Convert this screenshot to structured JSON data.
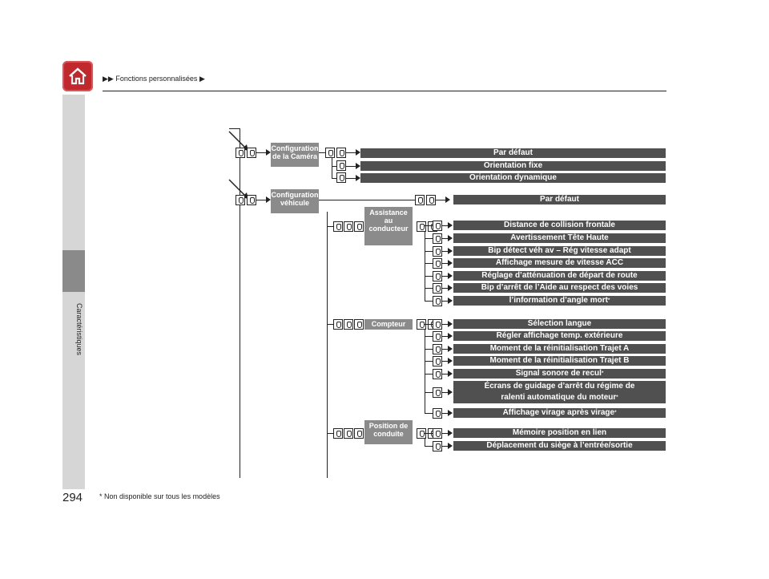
{
  "header": {
    "breadcrumb_prefix": "▶▶",
    "breadcrumb": "Fonctions personnalisées",
    "breadcrumb_suffix": "▶"
  },
  "sidebar": {
    "label": "Caractéristiques"
  },
  "page_number": "294",
  "footnote": "* Non disponible sur tous les modèles",
  "diagram": {
    "camera": {
      "label_line1": "Configuration",
      "label_line2": "de la Caméra",
      "items": [
        "Par défaut",
        "Orientation fixe",
        "Orientation dynamique"
      ]
    },
    "vehicle": {
      "label_line1": "Configuration",
      "label_line2": "véhicule",
      "default": "Par défaut",
      "driver_assist": {
        "label_line1": "Assistance",
        "label_line2": "au",
        "label_line3": "conducteur",
        "items": [
          "Distance de collision frontale",
          "Avertissement Tête Haute",
          "Bip détect véh av – Rég vitesse adapt",
          "Affichage mesure de vitesse ACC",
          "Réglage d’atténuation de départ de route",
          "Bip d’arrêt de l’Aide au respect des voies",
          "l’information d’angle mort"
        ]
      },
      "meter": {
        "label": "Compteur",
        "items": [
          "Sélection langue",
          "Régler affichage temp. extérieure",
          "Moment de la réinitialisation Trajet A",
          "Moment de la réinitialisation Trajet B",
          "Signal sonore de recul",
          "Écrans de guidage d’arrêt du régime de",
          "ralenti automatique du moteur",
          "Affichage virage après virage"
        ]
      },
      "driving_position": {
        "label_line1": "Position de",
        "label_line2": "conduite",
        "items": [
          "Mémoire position en lien",
          "Déplacement du siège à l’entrée/sortie"
        ]
      }
    },
    "asterisk": "*"
  }
}
